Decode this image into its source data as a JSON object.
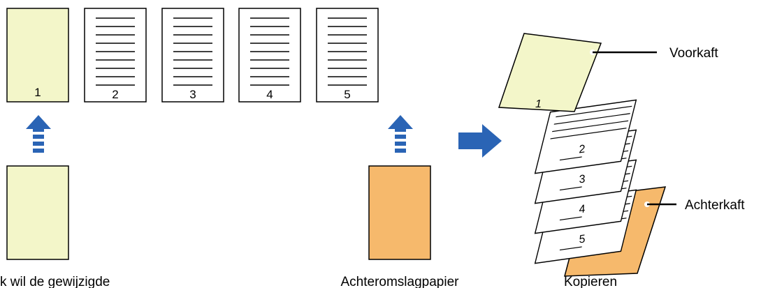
{
  "originals": {
    "pages": [
      "1",
      "2",
      "3",
      "4",
      "5"
    ]
  },
  "captions": {
    "front_cover_paper": "k wil de gewijzigde",
    "back_cover_paper": "Achteromslagpapier",
    "copies": "Kopieren"
  },
  "output": {
    "pages": [
      "1",
      "2",
      "3",
      "4",
      "5"
    ],
    "front_cover_label": "Voorkaft",
    "back_cover_label": "Achterkaft"
  },
  "colors": {
    "front_cover": "#f3f6c9",
    "back_cover": "#f6b96c",
    "arrow": "#2a64b5"
  }
}
